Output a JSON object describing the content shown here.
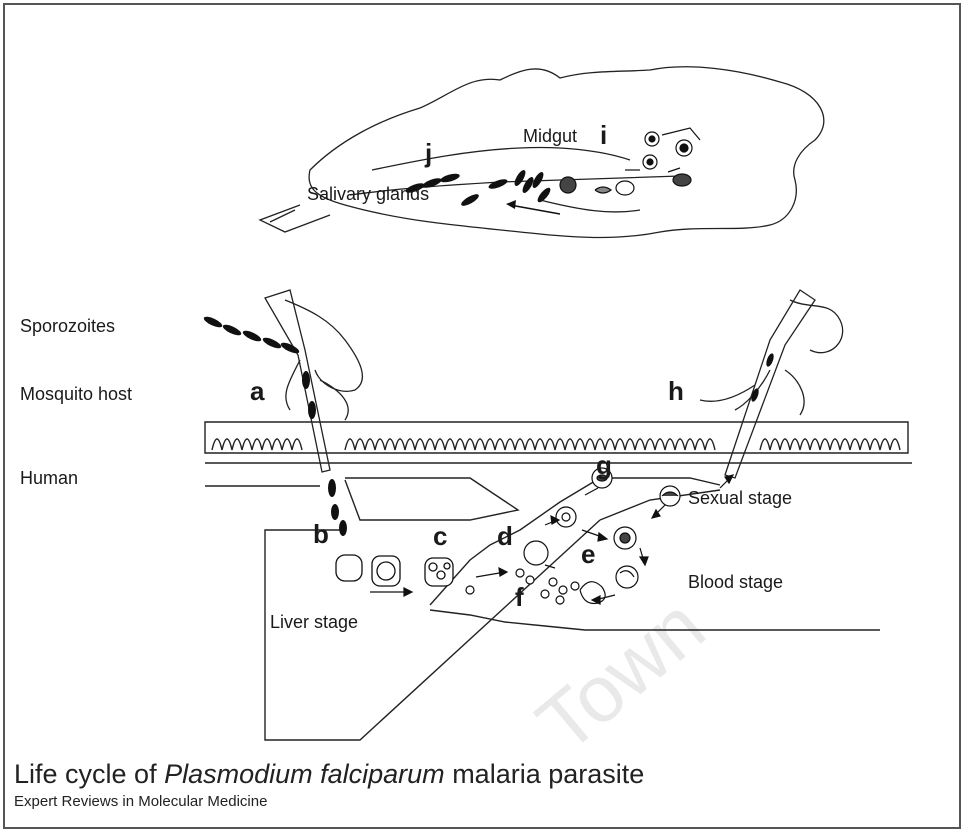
{
  "labels": {
    "midgut": "Midgut",
    "salivary_glands": "Salivary glands",
    "sporozoites": "Sporozoites",
    "mosquito_host": "Mosquito host",
    "human": "Human",
    "sexual_stage": "Sexual stage",
    "blood_stage": "Blood stage",
    "liver_stage": "Liver stage"
  },
  "stage_letters": {
    "a": "a",
    "b": "b",
    "c": "c",
    "d": "d",
    "e": "e",
    "f": "f",
    "g": "g",
    "h": "h",
    "i": "i",
    "j": "j"
  },
  "caption": {
    "title_prefix": "Life cycle of ",
    "title_species": "Plasmodium falciparum",
    "title_suffix": " malaria parasite",
    "source": "Expert Reviews in Molecular Medicine"
  },
  "watermark": "Town"
}
